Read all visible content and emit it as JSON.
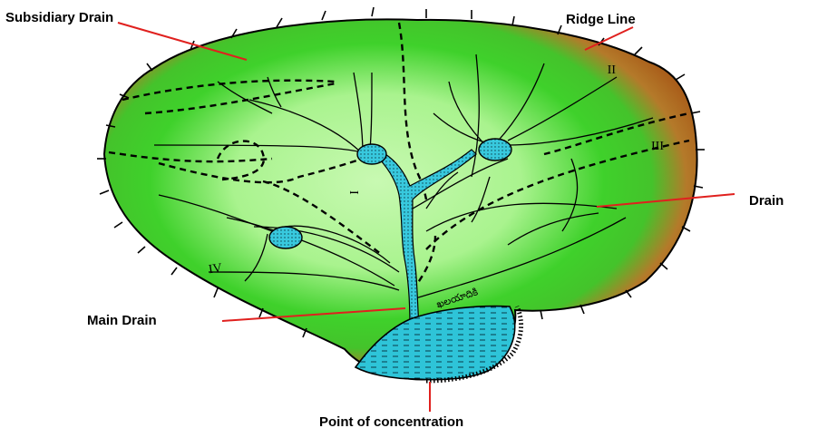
{
  "labels": {
    "subsidiary_drain": "Subsidiary Drain",
    "ridge_line": "Ridge Line",
    "drain": "Drain",
    "main_drain": "Main Drain",
    "point_of_concentration": "Point of concentration"
  },
  "zone_numerals": {
    "I": "I",
    "II": "II",
    "III": "III",
    "IV": "IV"
  },
  "inscription": "ఖలయాదికి",
  "colors": {
    "ridge_band": "#b8651f",
    "outer_green": "#3ecf2a",
    "inner_green": "#b5f5a0",
    "water": "#2ec4d8",
    "leader_line": "#e0201e",
    "ink": "#000000"
  }
}
